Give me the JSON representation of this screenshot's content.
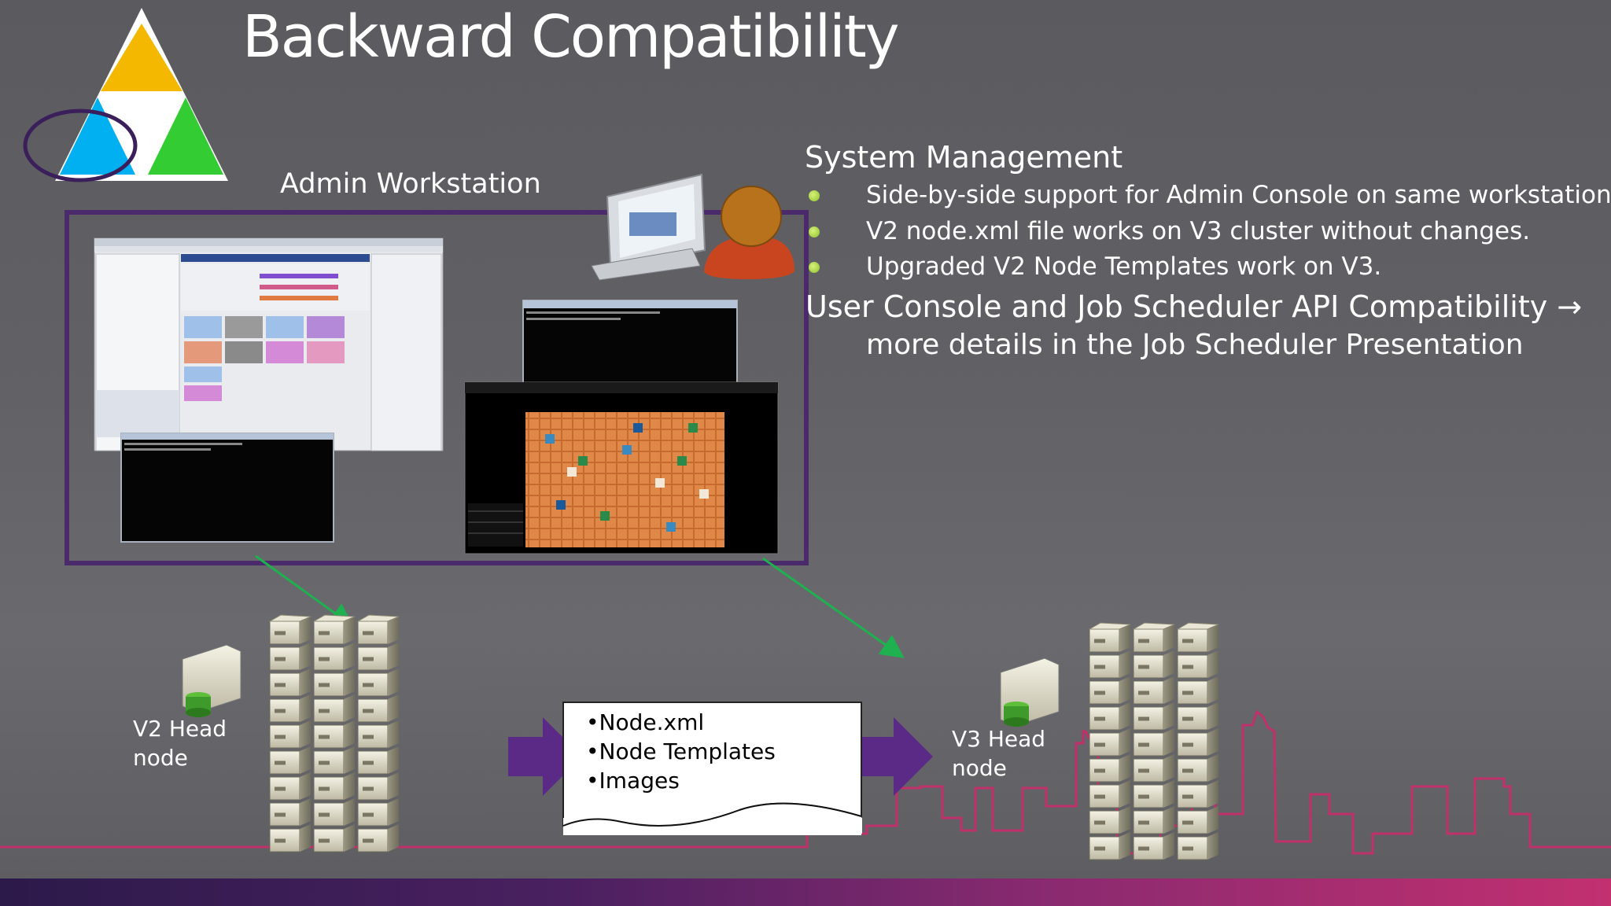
{
  "title": "Backward Compatibility",
  "admin_workstation_label": "Admin Workstation",
  "system_management": {
    "heading": "System Management",
    "bullets": [
      "Side-by-side support for Admin Console on same workstation",
      "V2 node.xml file works on V3 cluster without changes.",
      "Upgraded V2 Node Templates work on V3."
    ]
  },
  "api_compat": {
    "line1": "User Console and Job Scheduler API Compatibility →",
    "line2": "more details in the Job Scheduler Presentation"
  },
  "document_items": [
    "•Node.xml",
    "•Node Templates",
    "•Images"
  ],
  "v2_head_node": {
    "line1": "V2 Head",
    "line2": "node"
  },
  "v3_head_node": {
    "line1": "V3 Head",
    "line2": "node"
  },
  "colors": {
    "triangle_yellow": "#f5b800",
    "triangle_cyan": "#00b0f0",
    "triangle_green": "#33cc33",
    "frame_purple": "#4b2a6b",
    "arrow_purple": "#5b2a86",
    "connector_green": "#1fb050",
    "skyline_magenta": "#c0306a"
  }
}
